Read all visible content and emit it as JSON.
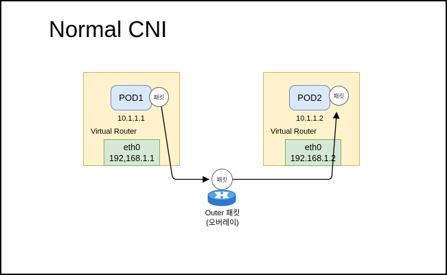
{
  "title": "Normal CNI",
  "routers": [
    {
      "label": "Virtual Router",
      "pod": {
        "name": "POD1",
        "ip": "10.1.1.1"
      },
      "packet_label": "패킷",
      "eth": {
        "name": "eth0",
        "ip": "192,168.1.1"
      }
    },
    {
      "label": "Virtual Router",
      "pod": {
        "name": "POD2",
        "ip": "10.1.1.2"
      },
      "packet_label": "패킷",
      "eth": {
        "name": "eth0",
        "ip": "192.168.1.2"
      }
    }
  ],
  "overlay": {
    "packet_label": "패킷",
    "caption_line1": "Outer 패킷",
    "caption_line2": "(오버레이)"
  },
  "colors": {
    "router_box_fill": "#FFF2CC",
    "router_box_stroke": "#D6B656",
    "pod_fill": "#DAE8FC",
    "pod_stroke": "#6C8EBF",
    "eth_fill": "#D5E8D4",
    "eth_stroke": "#82B366",
    "packet_circle_stroke": "#666666",
    "arrow": "#000000",
    "router_icon_blue": "#2E7CD0"
  }
}
